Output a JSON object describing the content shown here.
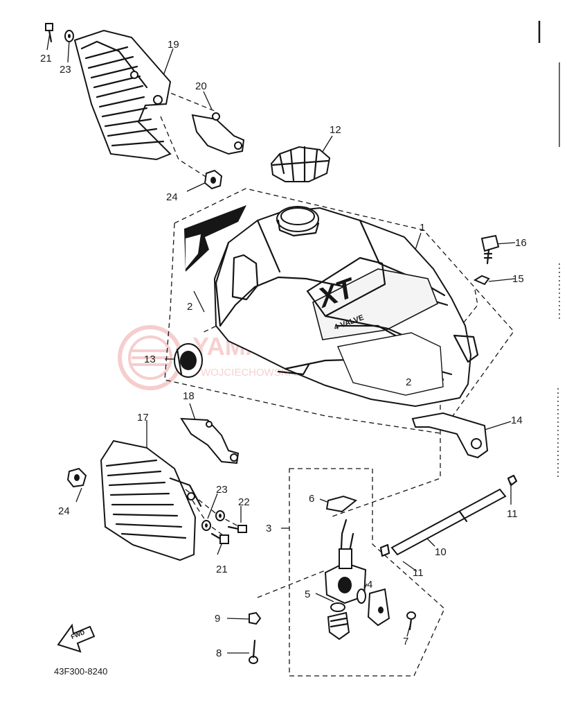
{
  "diagram": {
    "part_code": "43F300-8240",
    "fwd_label": "FWD",
    "badge_text": "XT",
    "badge_subtext": "4-VALVE",
    "callouts": [
      "1",
      "2",
      "2",
      "3",
      "4",
      "5",
      "6",
      "7",
      "8",
      "9",
      "10",
      "11",
      "11",
      "12",
      "13",
      "14",
      "15",
      "16",
      "17",
      "18",
      "19",
      "20",
      "21",
      "21",
      "22",
      "23",
      "23",
      "24",
      "24"
    ]
  },
  "watermark": {
    "title": "YAMA-SKLEP.PL",
    "subtitle": "WOJCIECHOWSKI DEALER YAMAHA",
    "color": "#e45b5b"
  },
  "colors": {
    "ink": "#141414",
    "paper": "#ffffff",
    "watermark": "#e45b5b"
  }
}
